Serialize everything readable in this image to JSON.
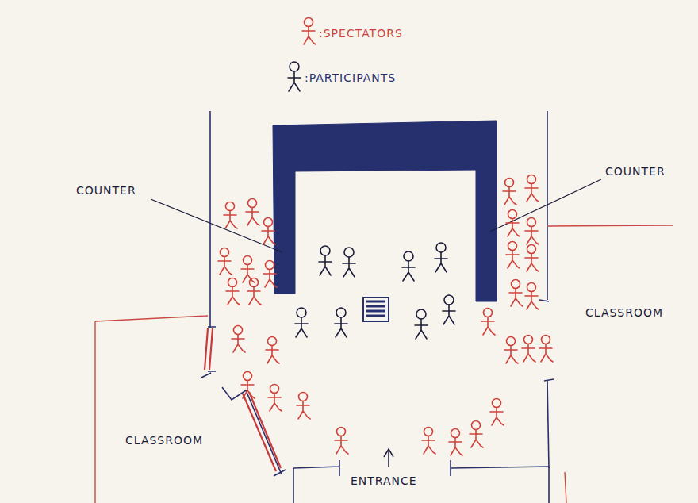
{
  "diagram": {
    "labels": [
      "COUNTER",
      "COUNTER",
      "CLASSROOM",
      "CLASSROOM",
      "ENTRANCE"
    ],
    "legend": [
      {
        "text": ":SPECTATORS"
      },
      {
        "text": ":PARTICIPANTS"
      }
    ]
  }
}
